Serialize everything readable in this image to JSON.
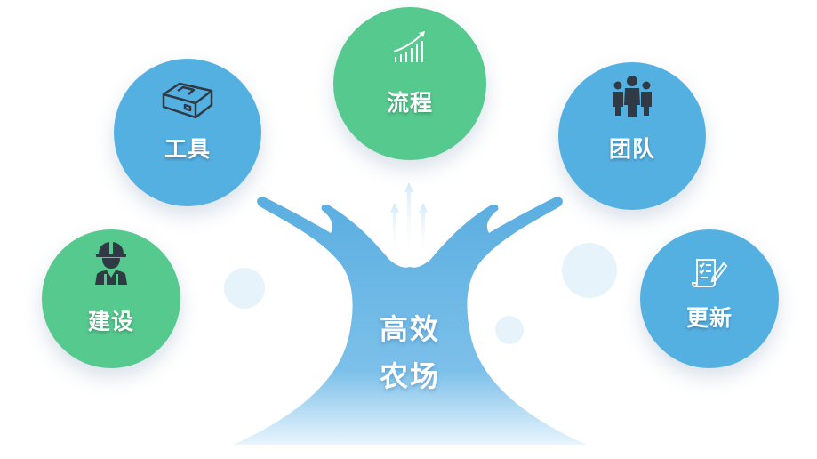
{
  "center": {
    "line1": "高效",
    "line2": "农场"
  },
  "nodes": {
    "tools": {
      "label": "工具",
      "icon": "toolbox-icon",
      "color": "#55b0e2"
    },
    "process": {
      "label": "流程",
      "icon": "growth-chart-icon",
      "color": "#55c98e"
    },
    "team": {
      "label": "团队",
      "icon": "people-group-icon",
      "color": "#55b0e2"
    },
    "build": {
      "label": "建设",
      "icon": "construction-worker-icon",
      "color": "#55c98e"
    },
    "update": {
      "label": "更新",
      "icon": "document-edit-icon",
      "color": "#55b0e2"
    }
  },
  "colors": {
    "green": "#55c98e",
    "blue": "#55b0e2",
    "tree_top": "#5aaee0",
    "tree_bottom": "#a9d8f4",
    "bubble": "#e6f3fb"
  }
}
